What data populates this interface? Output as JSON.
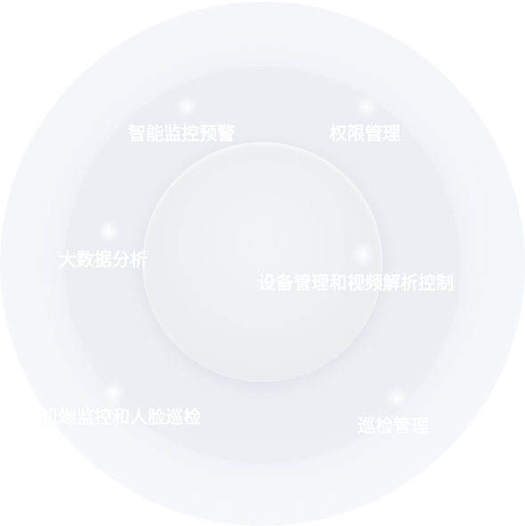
{
  "modules": [
    {
      "id": "smart-monitoring",
      "label": "智能监控预警"
    },
    {
      "id": "permission-management",
      "label": "权限管理"
    },
    {
      "id": "big-data-analysis",
      "label": "大数据分析"
    },
    {
      "id": "device-video-control",
      "label": "设备管理和视频解析控制"
    },
    {
      "id": "drone-face-patrol",
      "label": "机端监控和人脸巡检"
    },
    {
      "id": "patrol-management",
      "label": "巡检管理"
    }
  ],
  "colors": {
    "label": "#ffffff",
    "outer_ring": "#f3f5f9",
    "middle_ring": "#eceef3",
    "inner_circle": "#ebedf1"
  }
}
